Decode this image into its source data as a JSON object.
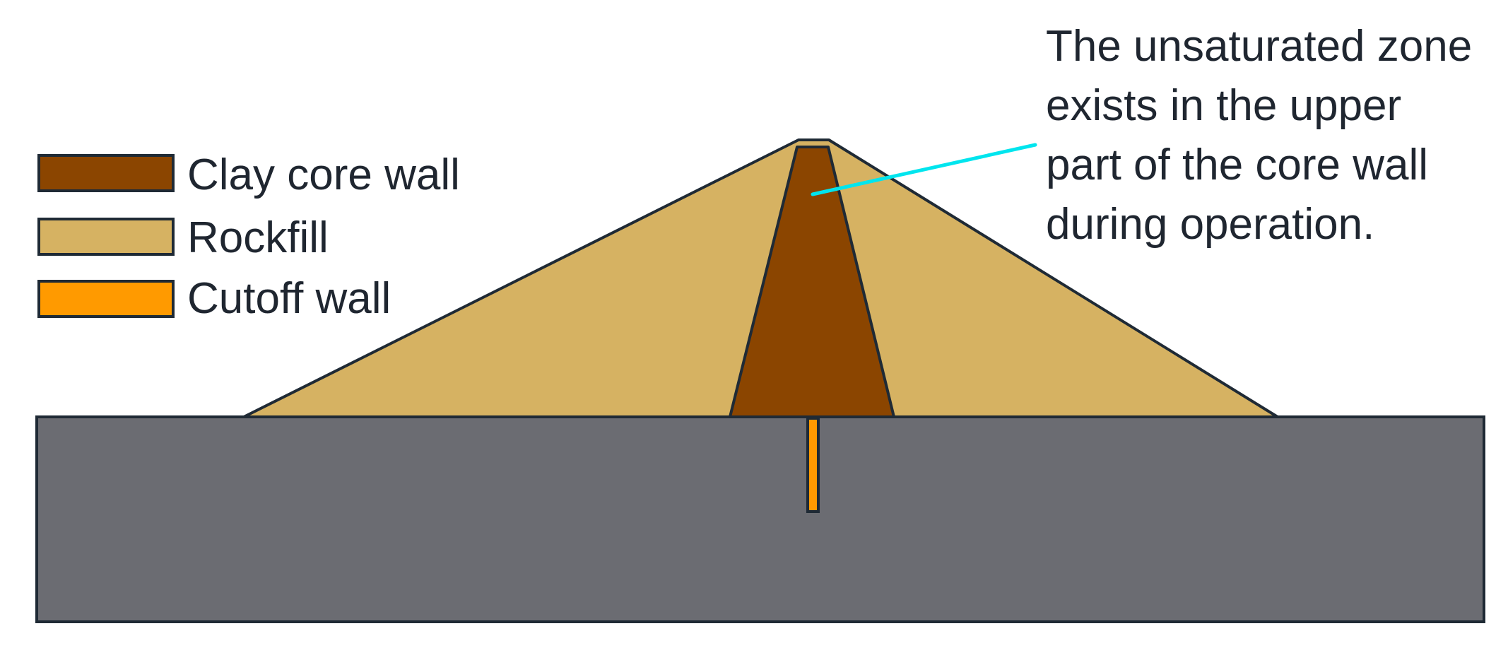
{
  "legend": {
    "items": [
      {
        "label": "Clay core wall",
        "color": "#8b4500"
      },
      {
        "label": "Rockfill",
        "color": "#d6b262"
      },
      {
        "label": "Cutoff wall",
        "color": "#ff9a00"
      }
    ]
  },
  "materials": {
    "foundation_color": "#6b6c72",
    "outline_color": "#1f2a35",
    "callout_color": "#00e5ee"
  },
  "annotation": {
    "lines": [
      "The unsaturated zone",
      "exists in the upper",
      "part of the core wall",
      "during operation."
    ]
  }
}
